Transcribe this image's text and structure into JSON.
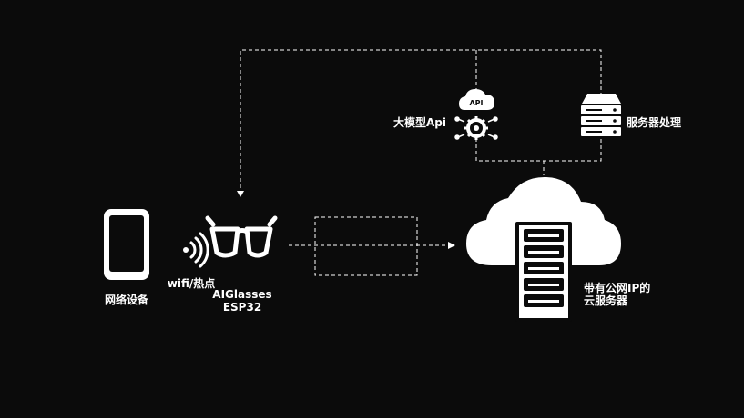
{
  "colors": {
    "background": "#0b0b0b",
    "foreground": "#ffffff"
  },
  "nodes": {
    "phone": {
      "label": "网络设备",
      "icon": "smartphone-icon"
    },
    "wifi": {
      "label": "wifi/热点",
      "icon": "wifi-signal-icon"
    },
    "glasses": {
      "label_line1": "AIGlasses",
      "label_line2": "ESP32",
      "icon": "glasses-icon"
    },
    "api": {
      "label": "大模型Api",
      "badge": "API",
      "icon": "cloud-api-gear-icon"
    },
    "server_processing": {
      "label": "服务器处理",
      "icon": "server-rack-icon"
    },
    "cloud_server": {
      "label_line1": "带有公网IP的",
      "label_line2": "云服务器",
      "icon": "cloud-server-icon"
    }
  }
}
